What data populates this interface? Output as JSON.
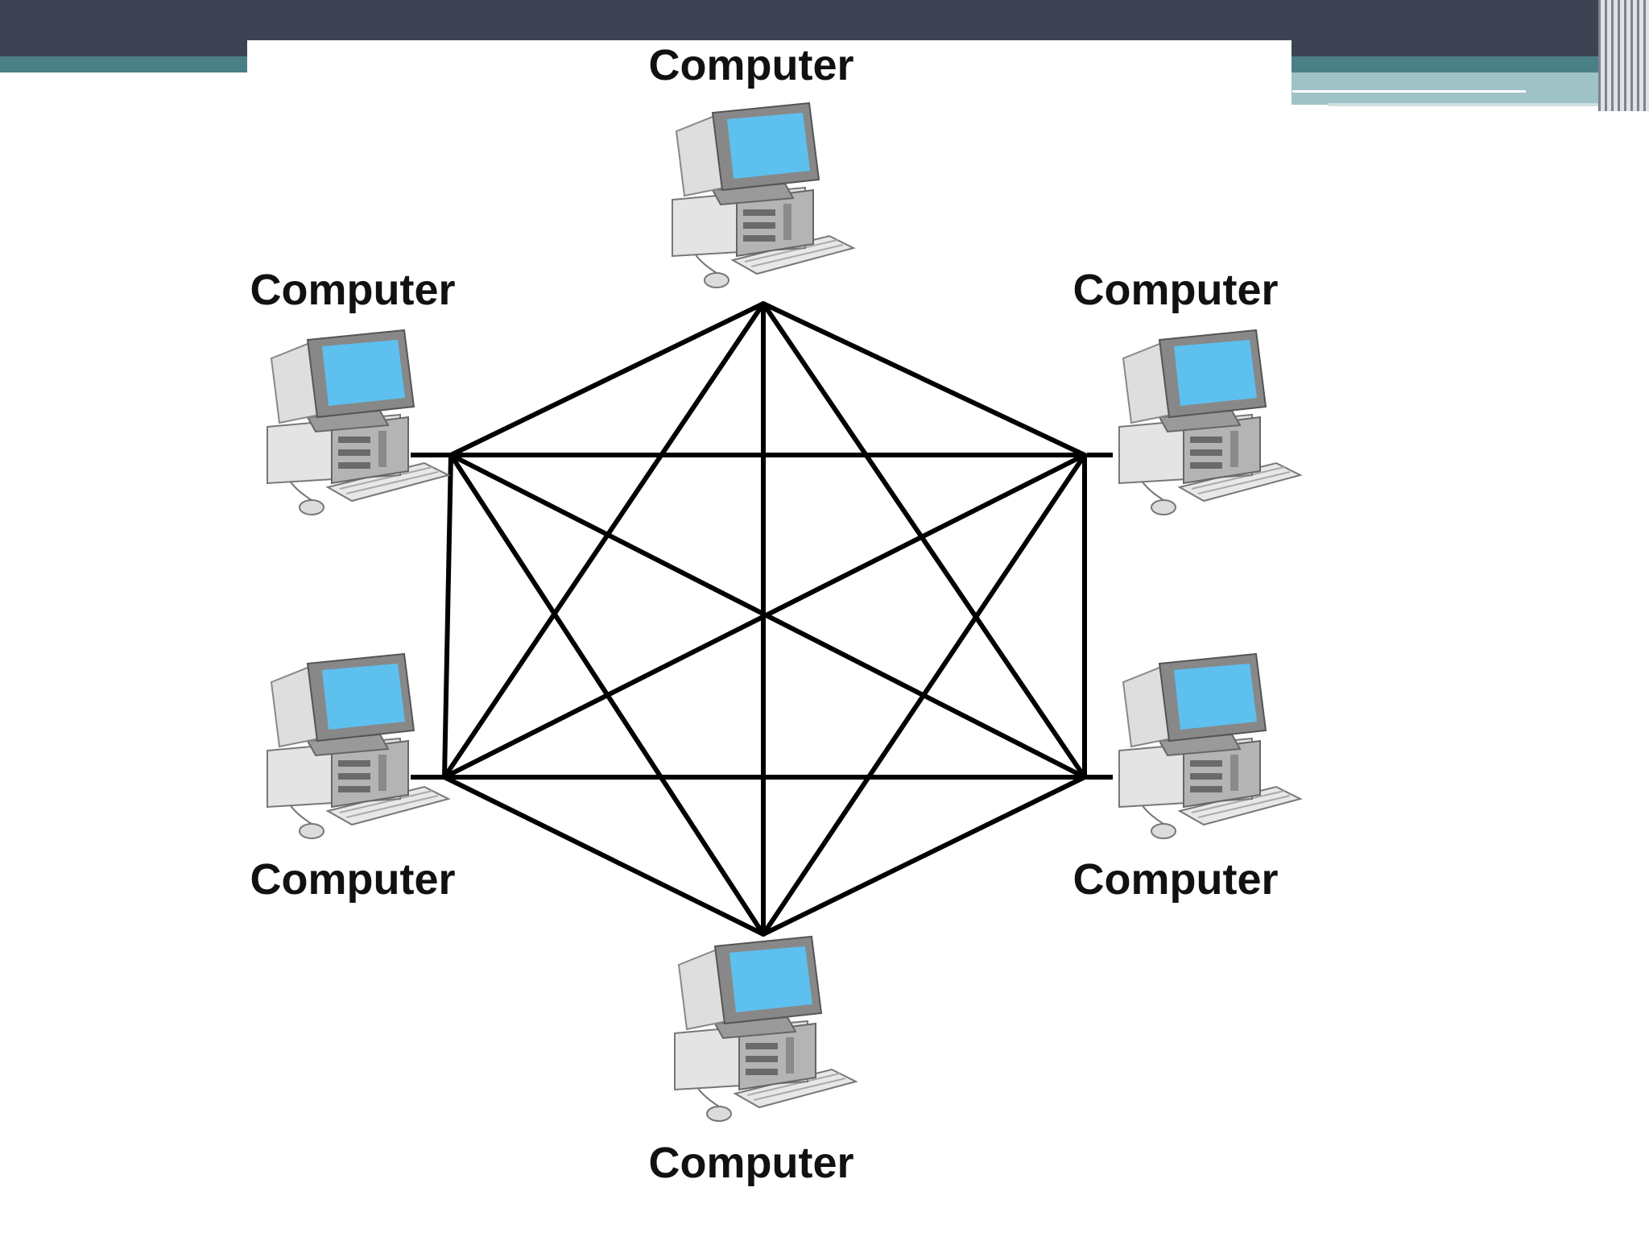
{
  "colors": {
    "header_dark": "#3e4354",
    "header_teal": "#4a7f86",
    "header_light_teal": "#9fc3c6",
    "link": "#000000",
    "screen": "#5ec0ef",
    "case_light": "#e4e4e4",
    "case_mid": "#b4b4b4",
    "case_dark": "#6a6a6a"
  },
  "diagram": {
    "topology": "full mesh",
    "nodes": [
      {
        "id": "top",
        "label": "Computer"
      },
      {
        "id": "upper-right",
        "label": "Computer"
      },
      {
        "id": "lower-right",
        "label": "Computer"
      },
      {
        "id": "bottom",
        "label": "Computer"
      },
      {
        "id": "lower-left",
        "label": "Computer"
      },
      {
        "id": "upper-left",
        "label": "Computer"
      }
    ],
    "edges": [
      [
        "top",
        "upper-right"
      ],
      [
        "top",
        "lower-right"
      ],
      [
        "top",
        "bottom"
      ],
      [
        "top",
        "lower-left"
      ],
      [
        "top",
        "upper-left"
      ],
      [
        "upper-right",
        "lower-right"
      ],
      [
        "upper-right",
        "bottom"
      ],
      [
        "upper-right",
        "lower-left"
      ],
      [
        "upper-right",
        "upper-left"
      ],
      [
        "lower-right",
        "bottom"
      ],
      [
        "lower-right",
        "lower-left"
      ],
      [
        "lower-right",
        "upper-left"
      ],
      [
        "bottom",
        "lower-left"
      ],
      [
        "bottom",
        "upper-left"
      ],
      [
        "lower-left",
        "upper-left"
      ]
    ]
  }
}
